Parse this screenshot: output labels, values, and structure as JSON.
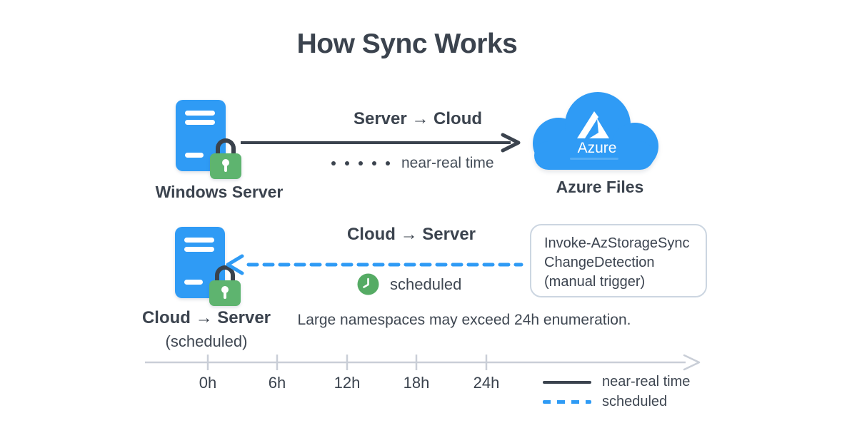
{
  "title": "How Sync Works",
  "colors": {
    "accent_blue": "#2f9bf5",
    "lock_green": "#5eb46f",
    "clock_green": "#55ab64",
    "text_dark": "#3b434e",
    "timeline_gray": "#c9ced7",
    "box_border": "#ccd6e1"
  },
  "row1": {
    "server_label": "Windows Server",
    "flow_label": "Server → Cloud",
    "timing_label": "near-real time",
    "cloud_logo_text": "Azure",
    "cloud_label": "Azure Files"
  },
  "row2": {
    "flow_label": "Cloud → Server",
    "timing_label": "scheduled",
    "command_box_lines": [
      "Invoke-AzStorageSync",
      "ChangeDetection",
      "(manual trigger)"
    ],
    "server_label": "Cloud → Server",
    "server_sublabel": "(scheduled)"
  },
  "note": "Large namespaces may exceed 24h enumeration.",
  "timeline": {
    "tick_labels": [
      "0h",
      "6h",
      "12h",
      "18h",
      "24h"
    ]
  },
  "legend": {
    "items": [
      {
        "style": "solid",
        "label": "near-real time"
      },
      {
        "style": "dashed",
        "label": "scheduled"
      }
    ]
  }
}
